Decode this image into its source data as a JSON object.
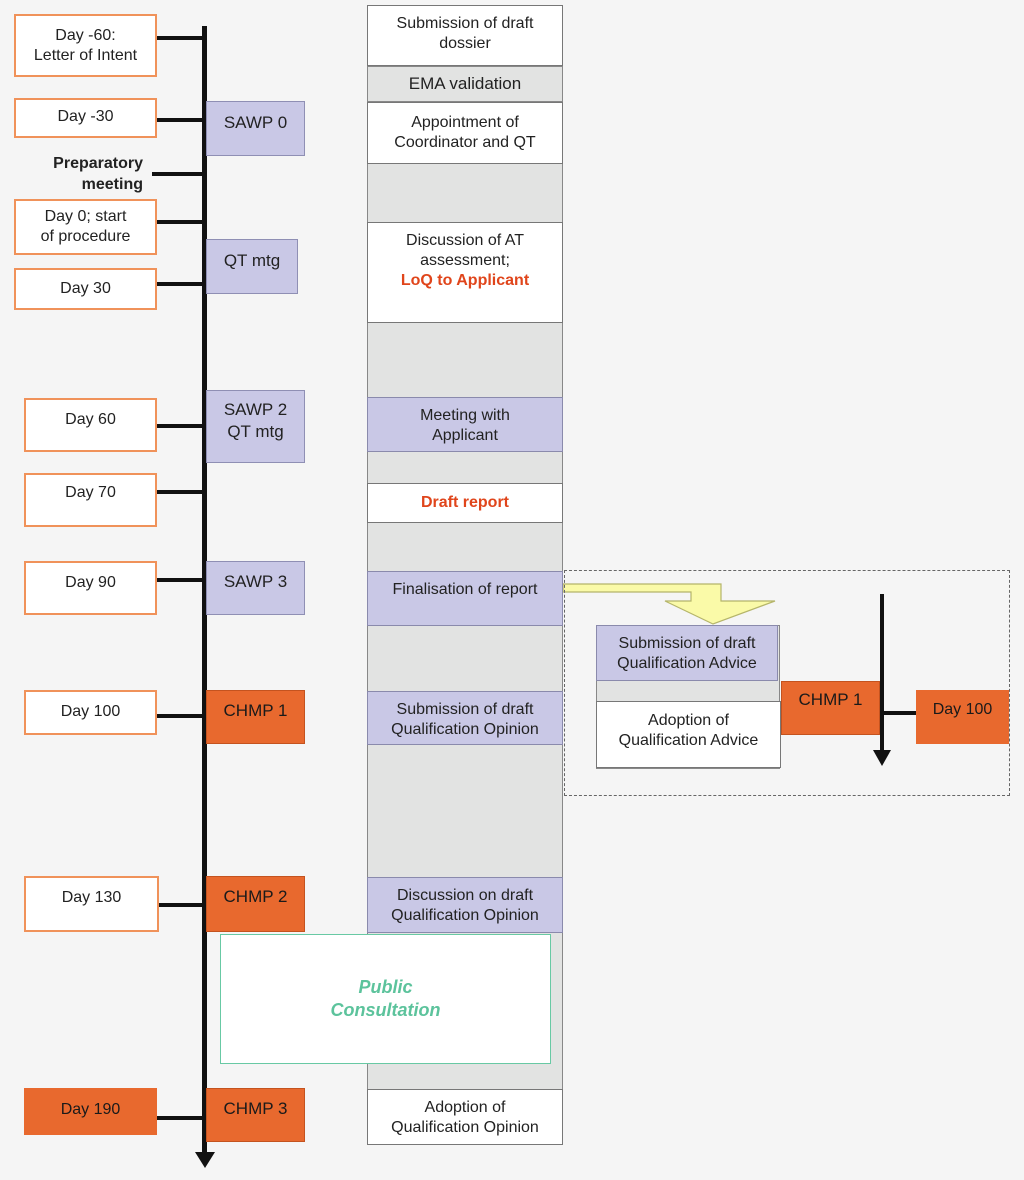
{
  "timeline_days": [
    {
      "id": "day-minus-60",
      "label": "Day -60:\nLetter of Intent"
    },
    {
      "id": "day-minus-30",
      "label": "Day -30"
    },
    {
      "id": "preparatory-meeting",
      "label": "Preparatory\nmeeting"
    },
    {
      "id": "day-0",
      "label": "Day 0; start\nof procedure"
    },
    {
      "id": "day-30",
      "label": "Day 30"
    },
    {
      "id": "day-60",
      "label": "Day 60"
    },
    {
      "id": "day-70",
      "label": "Day 70"
    },
    {
      "id": "day-90",
      "label": "Day 90"
    },
    {
      "id": "day-100",
      "label": "Day 100"
    },
    {
      "id": "day-130",
      "label": "Day 130"
    },
    {
      "id": "day-190",
      "label": "Day 190"
    }
  ],
  "meetings": {
    "sawp0": "SAWP 0",
    "qt_mtg": "QT mtg",
    "sawp2": "SAWP 2\nQT mtg",
    "sawp3": "SAWP 3",
    "chmp1": "CHMP 1",
    "chmp2": "CHMP 2",
    "chmp3": "CHMP 3"
  },
  "steps": {
    "submission_draft_dossier": "Submission of draft\ndossier",
    "ema_validation": "EMA validation",
    "appointment": "Appointment of\nCoordinator and QT",
    "discussion_at": "Discussion of AT\nassessment;",
    "loq": "LoQ to Applicant",
    "meeting_applicant": "Meeting with\nApplicant",
    "draft_report": "Draft report",
    "finalisation": "Finalisation of report",
    "submission_draft_qo": "Submission of draft\nQualification Opinion",
    "discussion_draft_qo": "Discussion on draft\nQualification Opinion",
    "public_consultation": "Public\nConsultation",
    "adoption_qo": "Adoption of\nQualification Opinion"
  },
  "advice_branch": {
    "submission_draft_qa": "Submission of draft\nQualification Advice",
    "adoption_qa": "Adoption of\nQualification Advice",
    "chmp1": "CHMP 1",
    "day100": "Day 100"
  },
  "colors": {
    "orange": "#e8692e",
    "purple": "#c9c8e6",
    "red_text": "#e0451b",
    "teal_text": "#5cc39c",
    "yellow_arrow": "#fafaa8"
  }
}
